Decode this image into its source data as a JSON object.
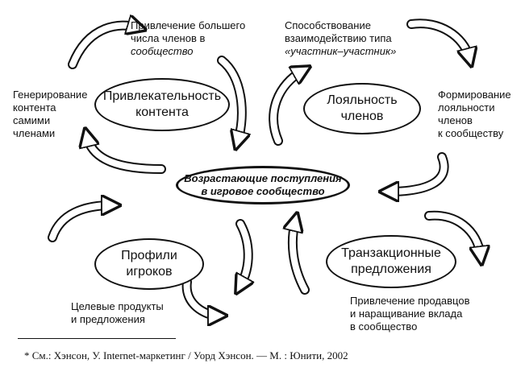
{
  "center": {
    "line1": "Возрастающие поступления",
    "line2": "в игровое сообщество"
  },
  "nodes": {
    "content": {
      "line1": "Привлекательность",
      "line2": "контента"
    },
    "loyalty": {
      "line1": "Лояльность",
      "line2": "членов"
    },
    "profiles": {
      "line1": "Профили",
      "line2": "игроков"
    },
    "transactions": {
      "line1": "Транзакционные",
      "line2": "предложения"
    }
  },
  "labels": {
    "attract_members": {
      "line1": "Привлечение большего",
      "line2": "числа членов в",
      "line3": "сообщество"
    },
    "interaction": {
      "line1": "Способствование",
      "line2": "взаимодействию типа",
      "line3": "«участник–участник»"
    },
    "generate_content": {
      "line1": "Генерирование",
      "line2": "контента",
      "line3": "самими",
      "line4": "членами"
    },
    "form_loyalty": {
      "line1": "Формирование",
      "line2": "лояльности",
      "line3": "членов",
      "line4": "к сообществу"
    },
    "target_products": {
      "line1": "Целевые продукты",
      "line2": "и предложения"
    },
    "attract_sellers": {
      "line1": "Привлечение продавцов",
      "line2": "и наращивание вклада",
      "line3": "в сообщество"
    }
  },
  "footnote": "* См.: Хэнсон, У. Internet-маркетинг / Уорд Хэнсон. — М. : Юнити, 2002",
  "colors": {
    "ink": "#111111",
    "background": "#ffffff",
    "arrow_fill": "#ffffff"
  }
}
